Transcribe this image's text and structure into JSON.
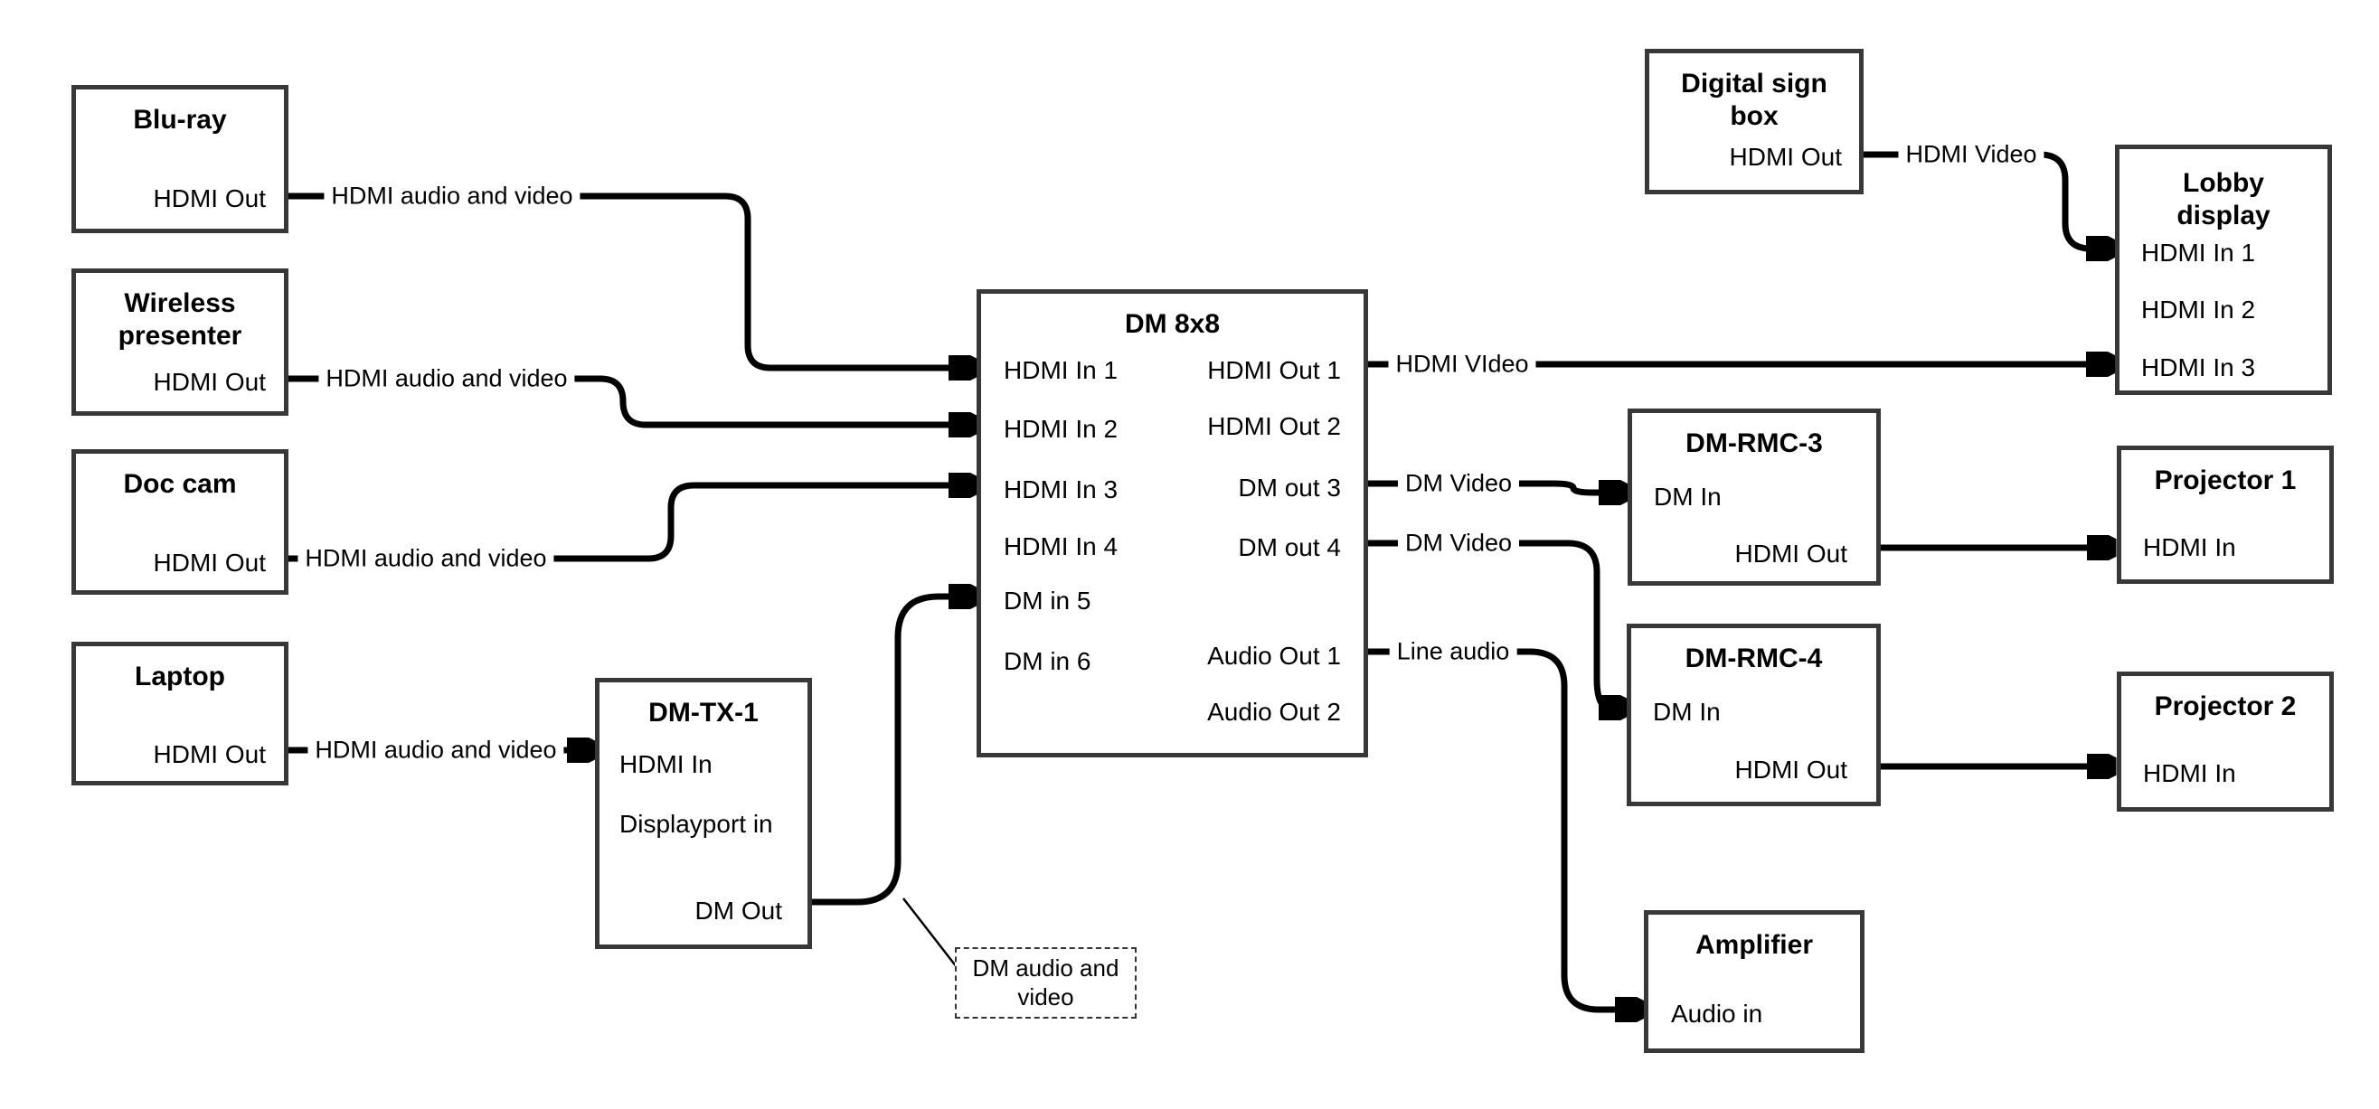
{
  "nodes": {
    "bluray": {
      "title": "Blu-ray",
      "port_out": "HDMI Out"
    },
    "wireless": {
      "title": "Wireless presenter",
      "port_out": "HDMI Out"
    },
    "doccam": {
      "title": "Doc cam",
      "port_out": "HDMI Out"
    },
    "laptop": {
      "title": "Laptop",
      "port_out": "HDMI Out"
    },
    "dmtx1": {
      "title": "DM-TX-1",
      "port_in1": "HDMI In",
      "port_in2": "Displayport in",
      "port_out": "DM Out"
    },
    "dm8x8": {
      "title": "DM 8x8",
      "inputs": [
        "HDMI In 1",
        "HDMI In 2",
        "HDMI In 3",
        "HDMI In 4",
        "DM in 5",
        "DM in 6"
      ],
      "outputs": [
        "HDMI Out 1",
        "HDMI Out 2",
        "DM out 3",
        "DM out 4",
        "Audio Out 1",
        "Audio Out 2"
      ]
    },
    "digisign": {
      "title": "Digital sign box",
      "port_out": "HDMI Out"
    },
    "lobby": {
      "title": "Lobby display",
      "inputs": [
        "HDMI In 1",
        "HDMI In 2",
        "HDMI In 3"
      ]
    },
    "dmrmc3": {
      "title": "DM-RMC-3",
      "port_in": "DM In",
      "port_out": "HDMI Out"
    },
    "proj1": {
      "title": "Projector 1",
      "port_in": "HDMI In"
    },
    "dmrmc4": {
      "title": "DM-RMC-4",
      "port_in": "DM In",
      "port_out": "HDMI Out"
    },
    "proj2": {
      "title": "Projector 2",
      "port_in": "HDMI In"
    },
    "amp": {
      "title": "Amplifier",
      "port_in": "Audio in"
    }
  },
  "edge_labels": {
    "bluray_to_dm8x8": "HDMI audio and video",
    "wireless_to_dm8x8": "HDMI audio and video",
    "doccam_to_dm8x8": "HDMI audio and video",
    "laptop_to_dmtx1": "HDMI audio and video",
    "hdmiout1_to_lobby": "HDMI VIdeo",
    "digisign_to_lobby": "HDMI Video",
    "dmout3_to_rmc3": "DM Video",
    "dmout4_to_rmc4": "DM Video",
    "audioout1_to_amp": "Line audio",
    "dm_note": "DM audio and video"
  },
  "colors": {
    "line": "#000000",
    "box_border": "#383838",
    "background": "#ffffff",
    "text": "#000000"
  }
}
